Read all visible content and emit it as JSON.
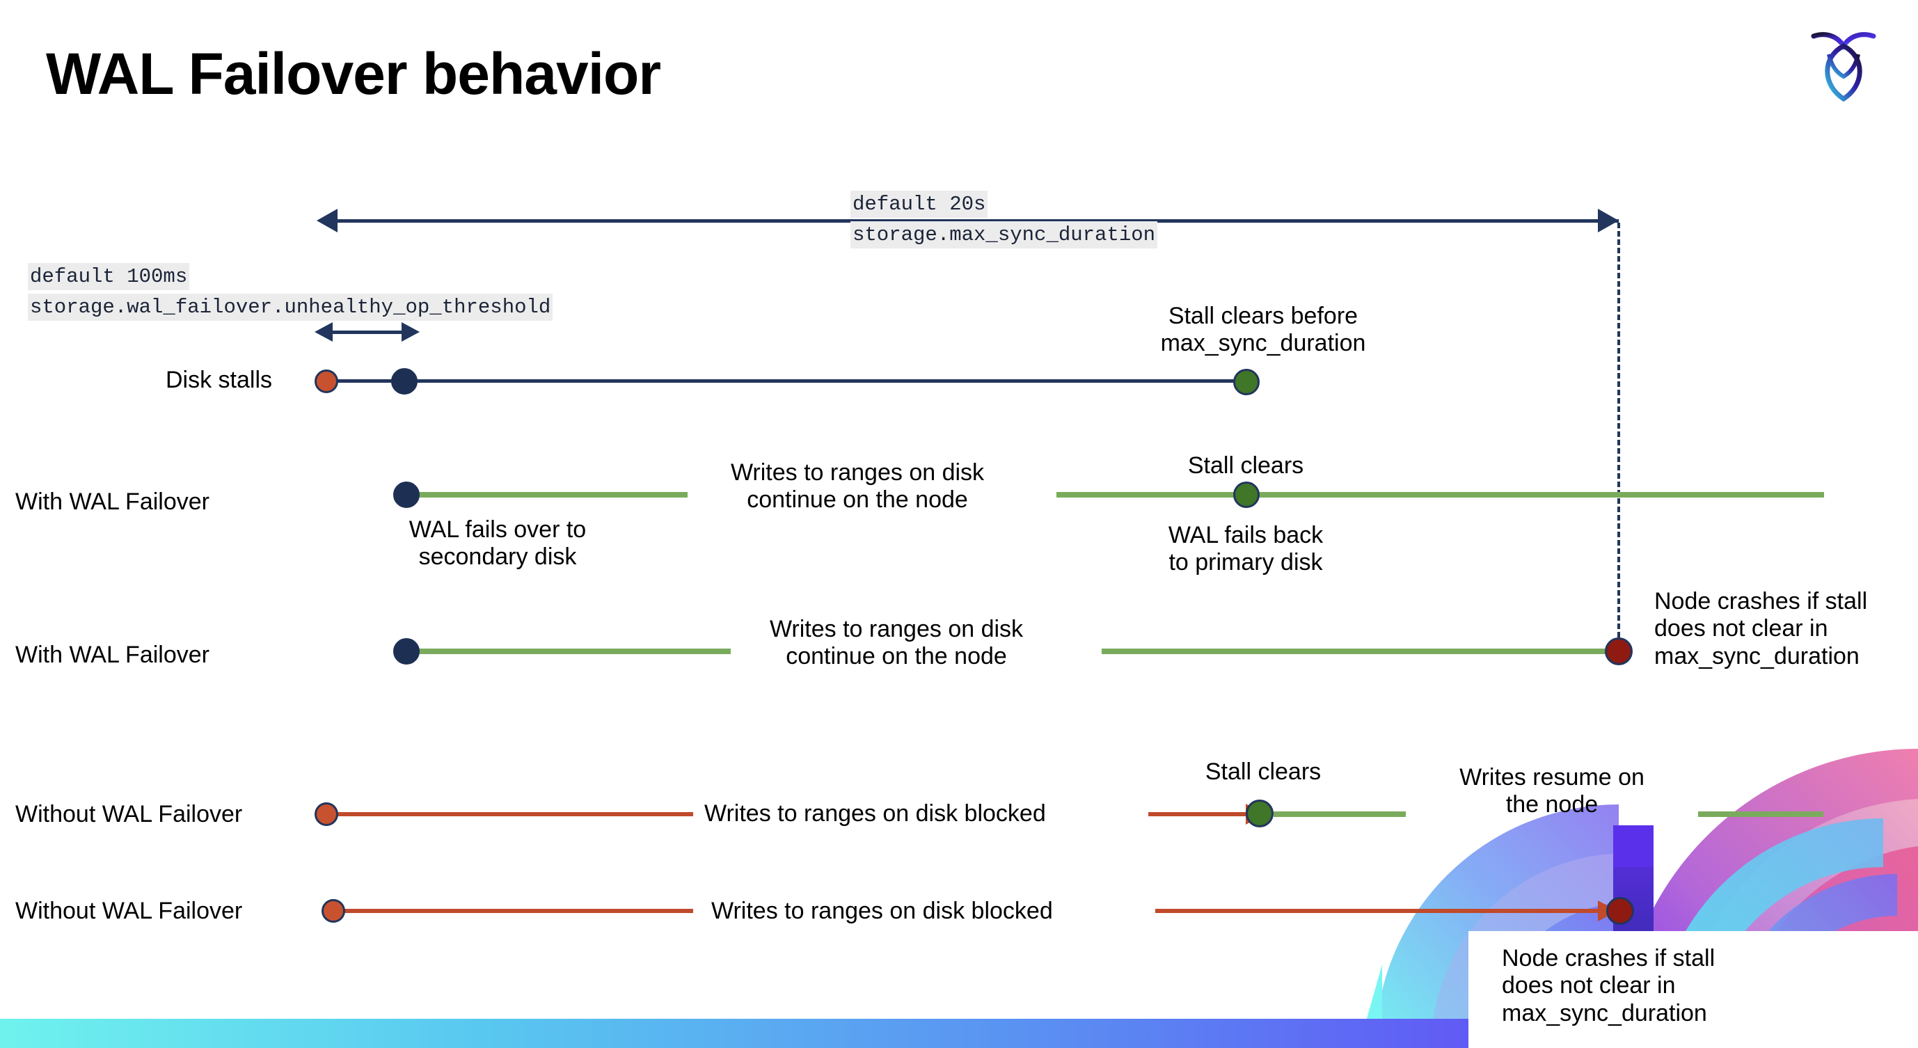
{
  "slide": {
    "title": "WAL Failover behavior",
    "logo_name": "cockroachdb-logo"
  },
  "annotations": {
    "max_sync_duration_default": "default 20s",
    "max_sync_duration_setting": "storage.max_sync_duration",
    "unhealthy_op_default": "default 100ms",
    "unhealthy_op_setting": "storage.wal_failover.unhealthy_op_threshold"
  },
  "rows": [
    {
      "id": "disk-stalls",
      "label": "Disk stalls",
      "notes": [
        {
          "id": "stall-clears-before",
          "text": "Stall clears before\nmax_sync_duration"
        }
      ]
    },
    {
      "id": "with-wal-failover-1",
      "label": "With WAL Failover",
      "notes": [
        {
          "id": "writes-continue-1",
          "text": "Writes to ranges on disk\ncontinue on the node"
        },
        {
          "id": "wal-fails-over",
          "text": "WAL fails over to\nsecondary disk"
        },
        {
          "id": "stall-clears-1",
          "text": "Stall clears"
        },
        {
          "id": "wal-fails-back",
          "text": "WAL fails  back\nto primary disk"
        }
      ]
    },
    {
      "id": "with-wal-failover-2",
      "label": "With WAL Failover",
      "notes": [
        {
          "id": "writes-continue-2",
          "text": "Writes to ranges on disk\ncontinue on the node"
        },
        {
          "id": "node-crashes-1",
          "text": "Node crashes if stall\ndoes not clear in\nmax_sync_duration"
        }
      ]
    },
    {
      "id": "without-wal-failover-1",
      "label": "Without WAL Failover",
      "notes": [
        {
          "id": "writes-blocked-1",
          "text": "Writes to ranges on disk  blocked"
        },
        {
          "id": "stall-clears-2",
          "text": "Stall clears"
        },
        {
          "id": "writes-resume",
          "text": "Writes resume on\nthe node"
        }
      ]
    },
    {
      "id": "without-wal-failover-2",
      "label": "Without WAL Failover",
      "notes": [
        {
          "id": "writes-blocked-2",
          "text": "Writes to ranges on disk  blocked"
        },
        {
          "id": "node-crashes-2",
          "text": "Node crashes if stall\ndoes not clear in\nmax_sync_duration"
        }
      ]
    }
  ],
  "markers": {
    "stall-start": "stall-start-marker",
    "failover-trigger": "failover-trigger-marker",
    "stall-cleared": "stall-cleared-marker",
    "node-crash": "node-crash-marker"
  },
  "colors": {
    "navy": "#22355c",
    "green_line": "#7aab5c",
    "green_dot": "#3f7628",
    "red_line": "#c04a2b",
    "orange_dot": "#c8522f",
    "dark_red_dot": "#8e1a12",
    "code_chip_bg": "#ececed",
    "bottom_bar_start": "#6ff2ee",
    "bottom_bar_end": "#5b3df2"
  }
}
